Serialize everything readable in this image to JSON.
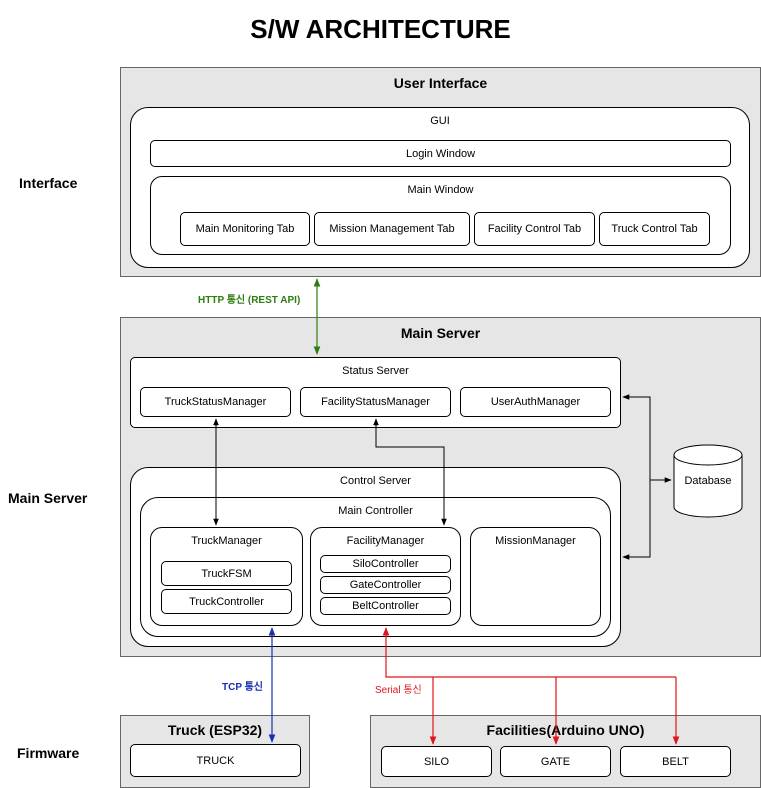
{
  "title": "S/W ARCHITECTURE",
  "layers": {
    "interface": "Interface",
    "main_server": "Main Server",
    "firmware": "Firmware"
  },
  "user_interface": {
    "title": "User Interface",
    "gui": {
      "title": "GUI",
      "login_window": "Login Window",
      "main_window": {
        "title": "Main Window",
        "tabs": [
          "Main Monitoring Tab",
          "Mission Management Tab",
          "Facility Control Tab",
          "Truck Control Tab"
        ]
      }
    }
  },
  "main_server": {
    "title": "Main Server",
    "status_server": {
      "title": "Status Server",
      "managers": [
        "TruckStatusManager",
        "FacilityStatusManager",
        "UserAuthManager"
      ]
    },
    "control_server": {
      "title": "Control Server",
      "main_controller": {
        "title": "Main Controller",
        "truck_manager": {
          "title": "TruckManager",
          "items": [
            "TruckFSM",
            "TruckController"
          ]
        },
        "facility_manager": {
          "title": "FacilityManager",
          "items": [
            "SiloController",
            "GateController",
            "BeltController"
          ]
        },
        "mission_manager": {
          "title": "MissionManager"
        }
      }
    }
  },
  "database": "Database",
  "connections": {
    "http": "HTTP 통신 (REST API)",
    "tcp": "TCP 통신",
    "serial": "Serial 통신"
  },
  "truck_group": {
    "title": "Truck (ESP32)",
    "device": "TRUCK"
  },
  "facilities_group": {
    "title": "Facilities(Arduino UNO)",
    "devices": [
      "SILO",
      "GATE",
      "BELT"
    ]
  },
  "colors": {
    "http": "#2d7d0f",
    "tcp": "#1a2fb0",
    "serial": "#e0141e",
    "group_fill": "#e6e6e6"
  }
}
